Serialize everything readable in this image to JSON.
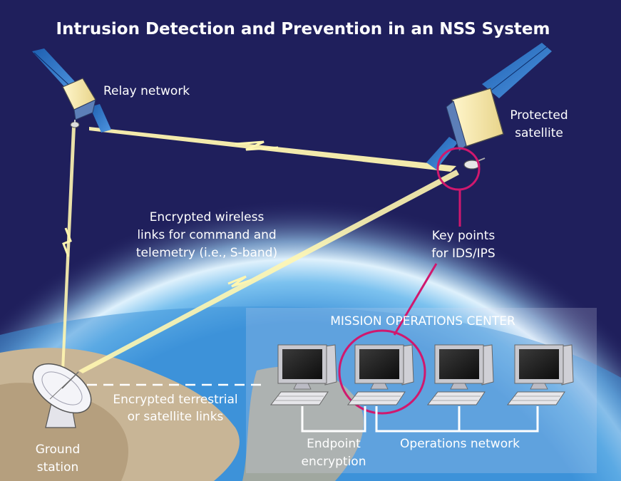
{
  "title": "Intrusion Detection and Prevention in an NSS System",
  "labels": {
    "relay": "Relay network",
    "protected_line1": "Protected",
    "protected_line2": "satellite",
    "wireless_line1": "Encrypted wireless",
    "wireless_line2": "links for command and",
    "wireless_line3": "telemetry (i.e., S-band)",
    "keypoints_line1": "Key points",
    "keypoints_line2": "for IDS/IPS",
    "moc": "MISSION OPERATIONS CENTER",
    "terrestrial_line1": "Encrypted terrestrial",
    "terrestrial_line2": "or satellite links",
    "ground_line1": "Ground",
    "ground_line2": "station",
    "endpoint_line1": "Endpoint",
    "endpoint_line2": "encryption",
    "opsnet": "Operations network"
  },
  "colors": {
    "background": "#1f1f5c",
    "highlight": "#d0186e",
    "beam": "#fff6b0",
    "panel_text": "#ffffff"
  },
  "icons": [
    "relay-satellite-icon",
    "protected-satellite-icon",
    "ground-dish-icon",
    "workstation-icon"
  ]
}
